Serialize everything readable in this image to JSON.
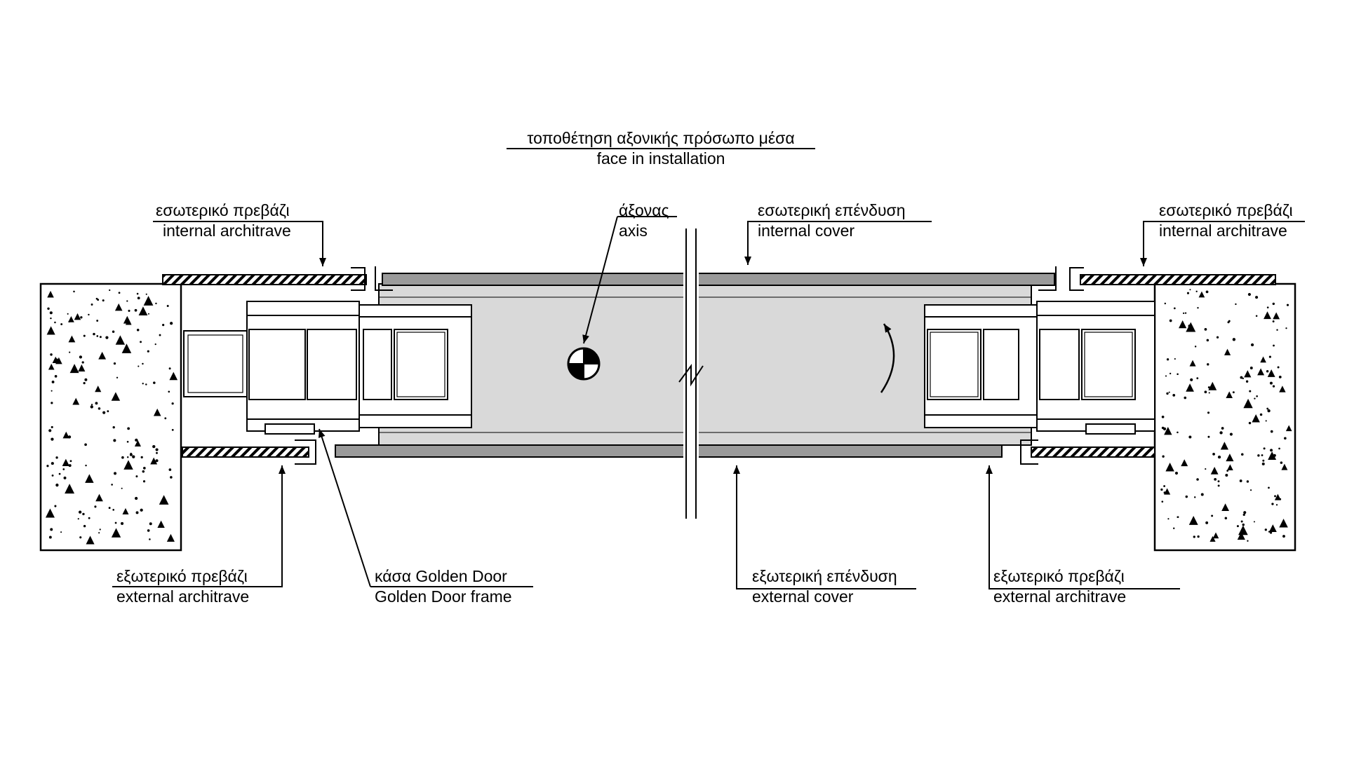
{
  "diagram": {
    "title_gr": "τοποθέτηση αξονικής πρόσωπο μέσα",
    "title_en": "face in installation",
    "labels": {
      "axis_gr": "άξονας",
      "axis_en": "axis",
      "internal_cover_gr": "εσωτερική επένδυση",
      "internal_cover_en": "internal cover",
      "internal_architrave_left_gr": "εσωτερικό πρεβάζι",
      "internal_architrave_left_en": "internal architrave",
      "internal_architrave_right_gr": "εσωτερικό πρεβάζι",
      "internal_architrave_right_en": "internal architrave",
      "external_architrave_left_gr": "εξωτερικό πρεβάζι",
      "external_architrave_left_en": "external architrave",
      "frame_gr": "κάσα Golden Door",
      "frame_en": "Golden Door frame",
      "external_cover_gr": "εξωτερική επένδυση",
      "external_cover_en": "external cover",
      "external_architrave_right_gr": "εξωτερικό πρεβάζι",
      "external_architrave_right_en": "external architrave"
    },
    "colors": {
      "line": "#000000",
      "leaf_fill": "#d9d9d9",
      "cover_fill": "#9a9a9a",
      "wall_fill": "#ffffff"
    }
  }
}
